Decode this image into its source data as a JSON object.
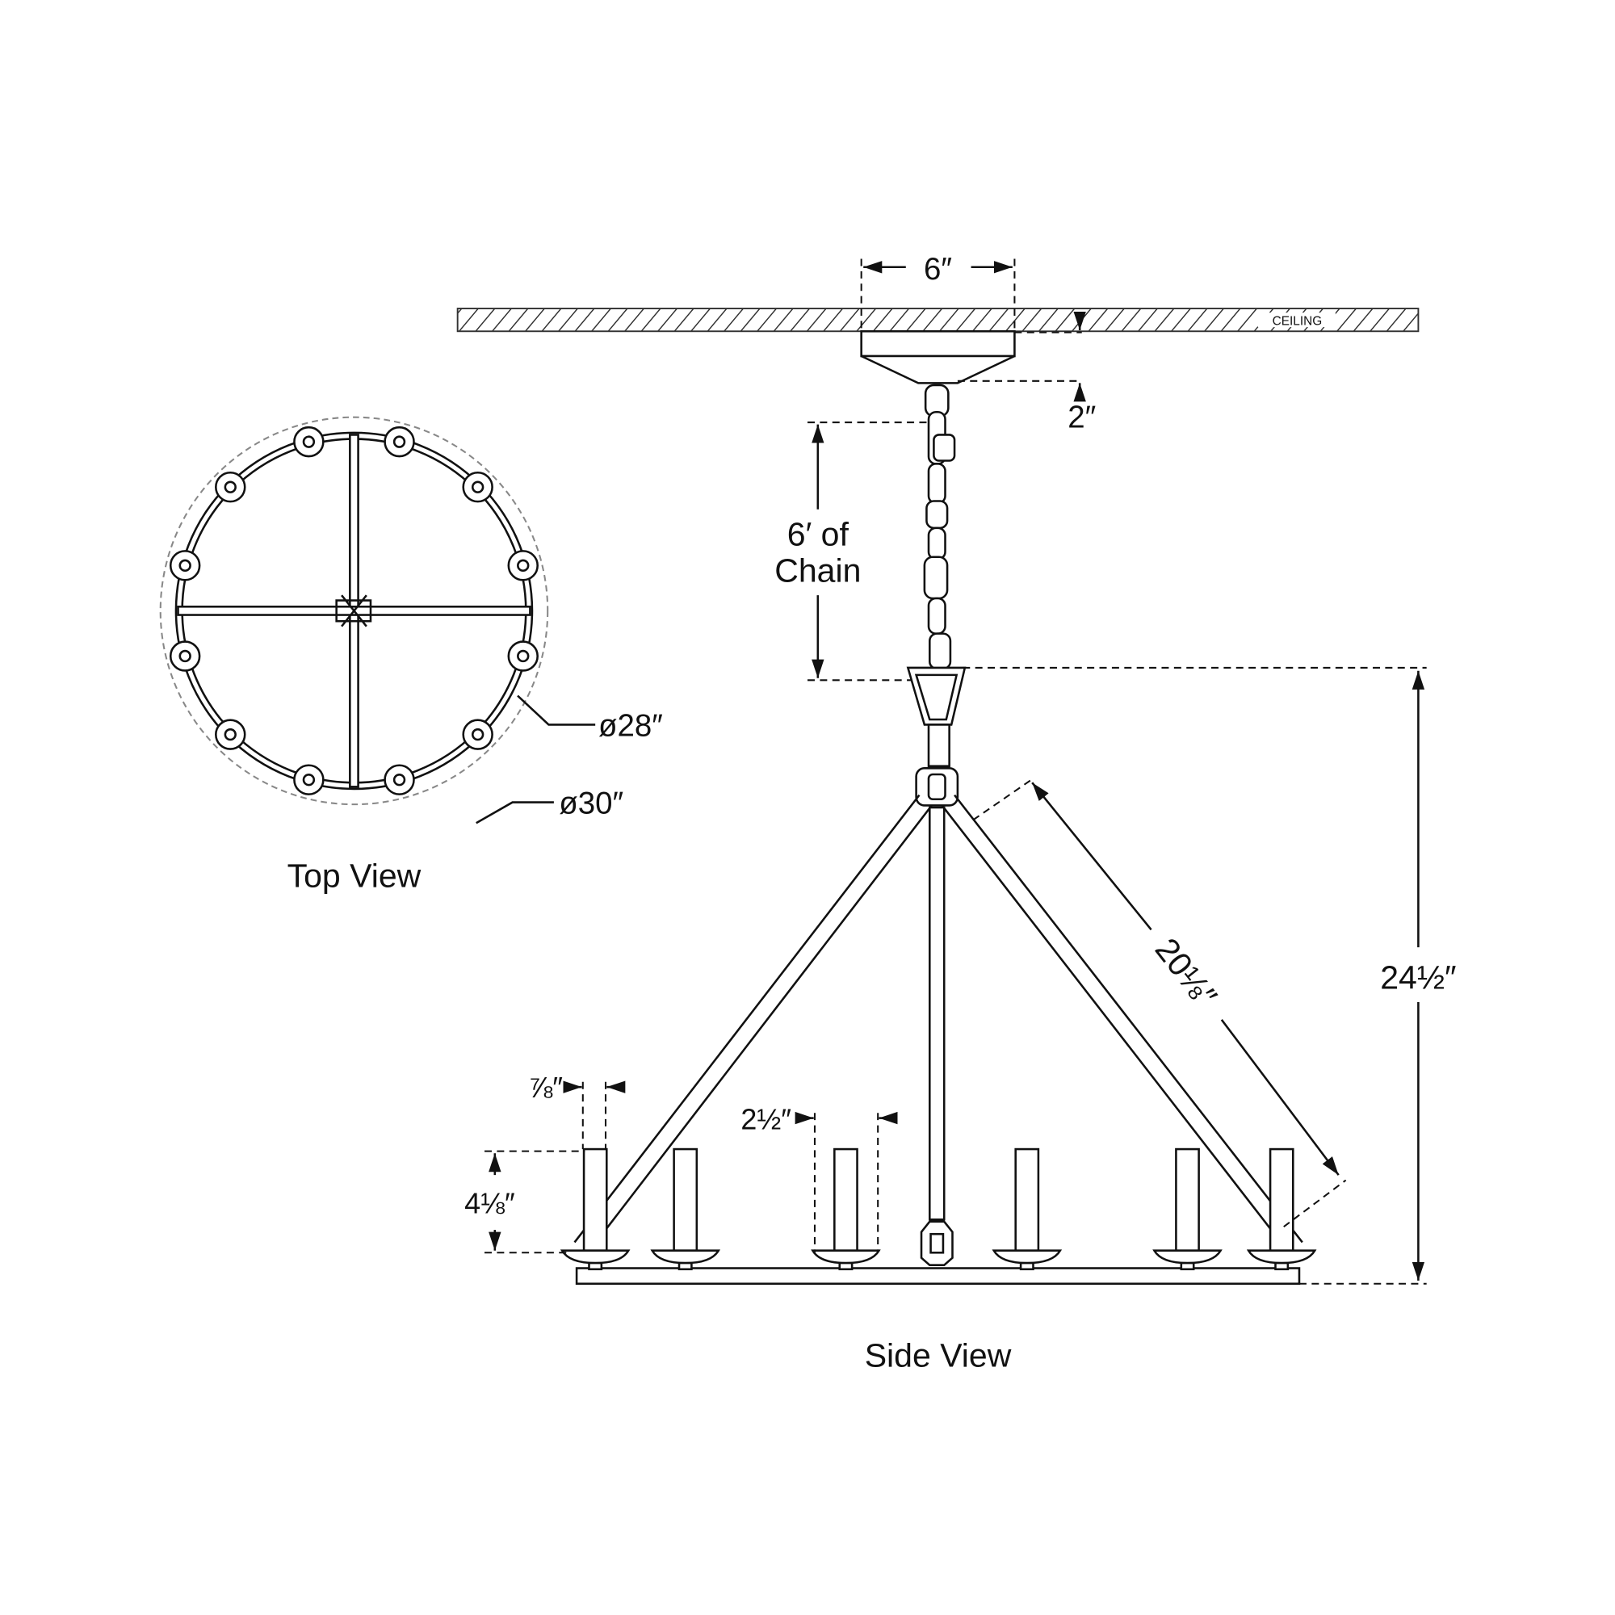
{
  "ceiling_label": "CEILING",
  "dimensions": {
    "canopy_width": "6″",
    "canopy_height": "2″",
    "chain_line1": "6′ of",
    "chain_line2": "Chain",
    "overall_height": "24½″",
    "arm_length": "20⅛″",
    "candle_width": "⅞″",
    "cup_width": "2½″",
    "candle_height": "4⅛″",
    "inner_diameter": "ø28″",
    "outer_diameter": "ø30″"
  },
  "views": {
    "top": "Top View",
    "side": "Side View"
  },
  "colors": {
    "line": "#111111",
    "dashed_outline": "#888888"
  }
}
